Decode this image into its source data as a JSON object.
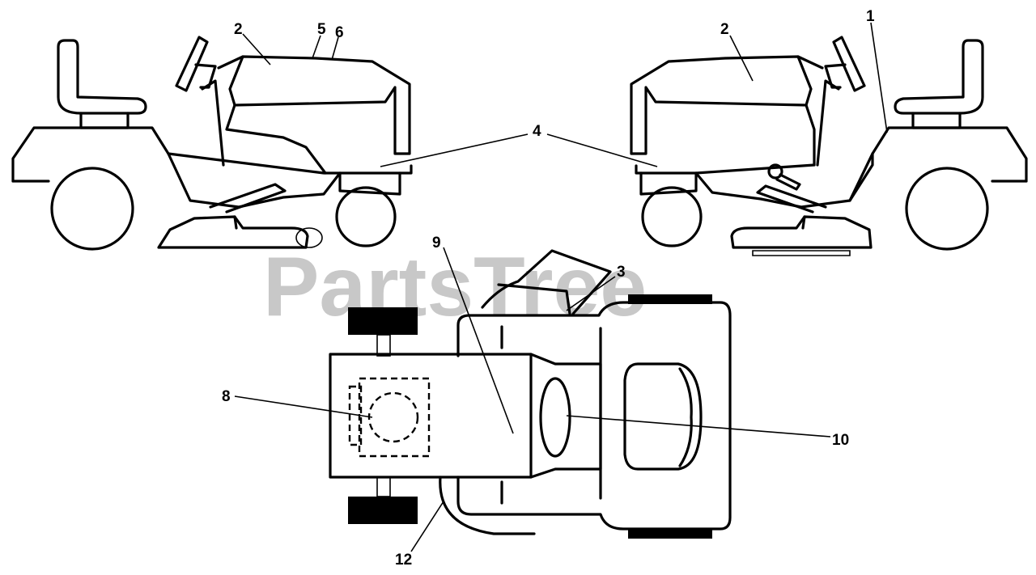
{
  "watermark": "PartsTree",
  "callouts": {
    "c1": "1",
    "c2a": "2",
    "c2b": "2",
    "c3": "3",
    "c4": "4",
    "c5": "5",
    "c6": "6",
    "c8": "8",
    "c9": "9",
    "c10": "10",
    "c12": "12"
  },
  "colors": {
    "line": "#000000",
    "watermark": "#c8c8c8",
    "background": "#ffffff"
  }
}
